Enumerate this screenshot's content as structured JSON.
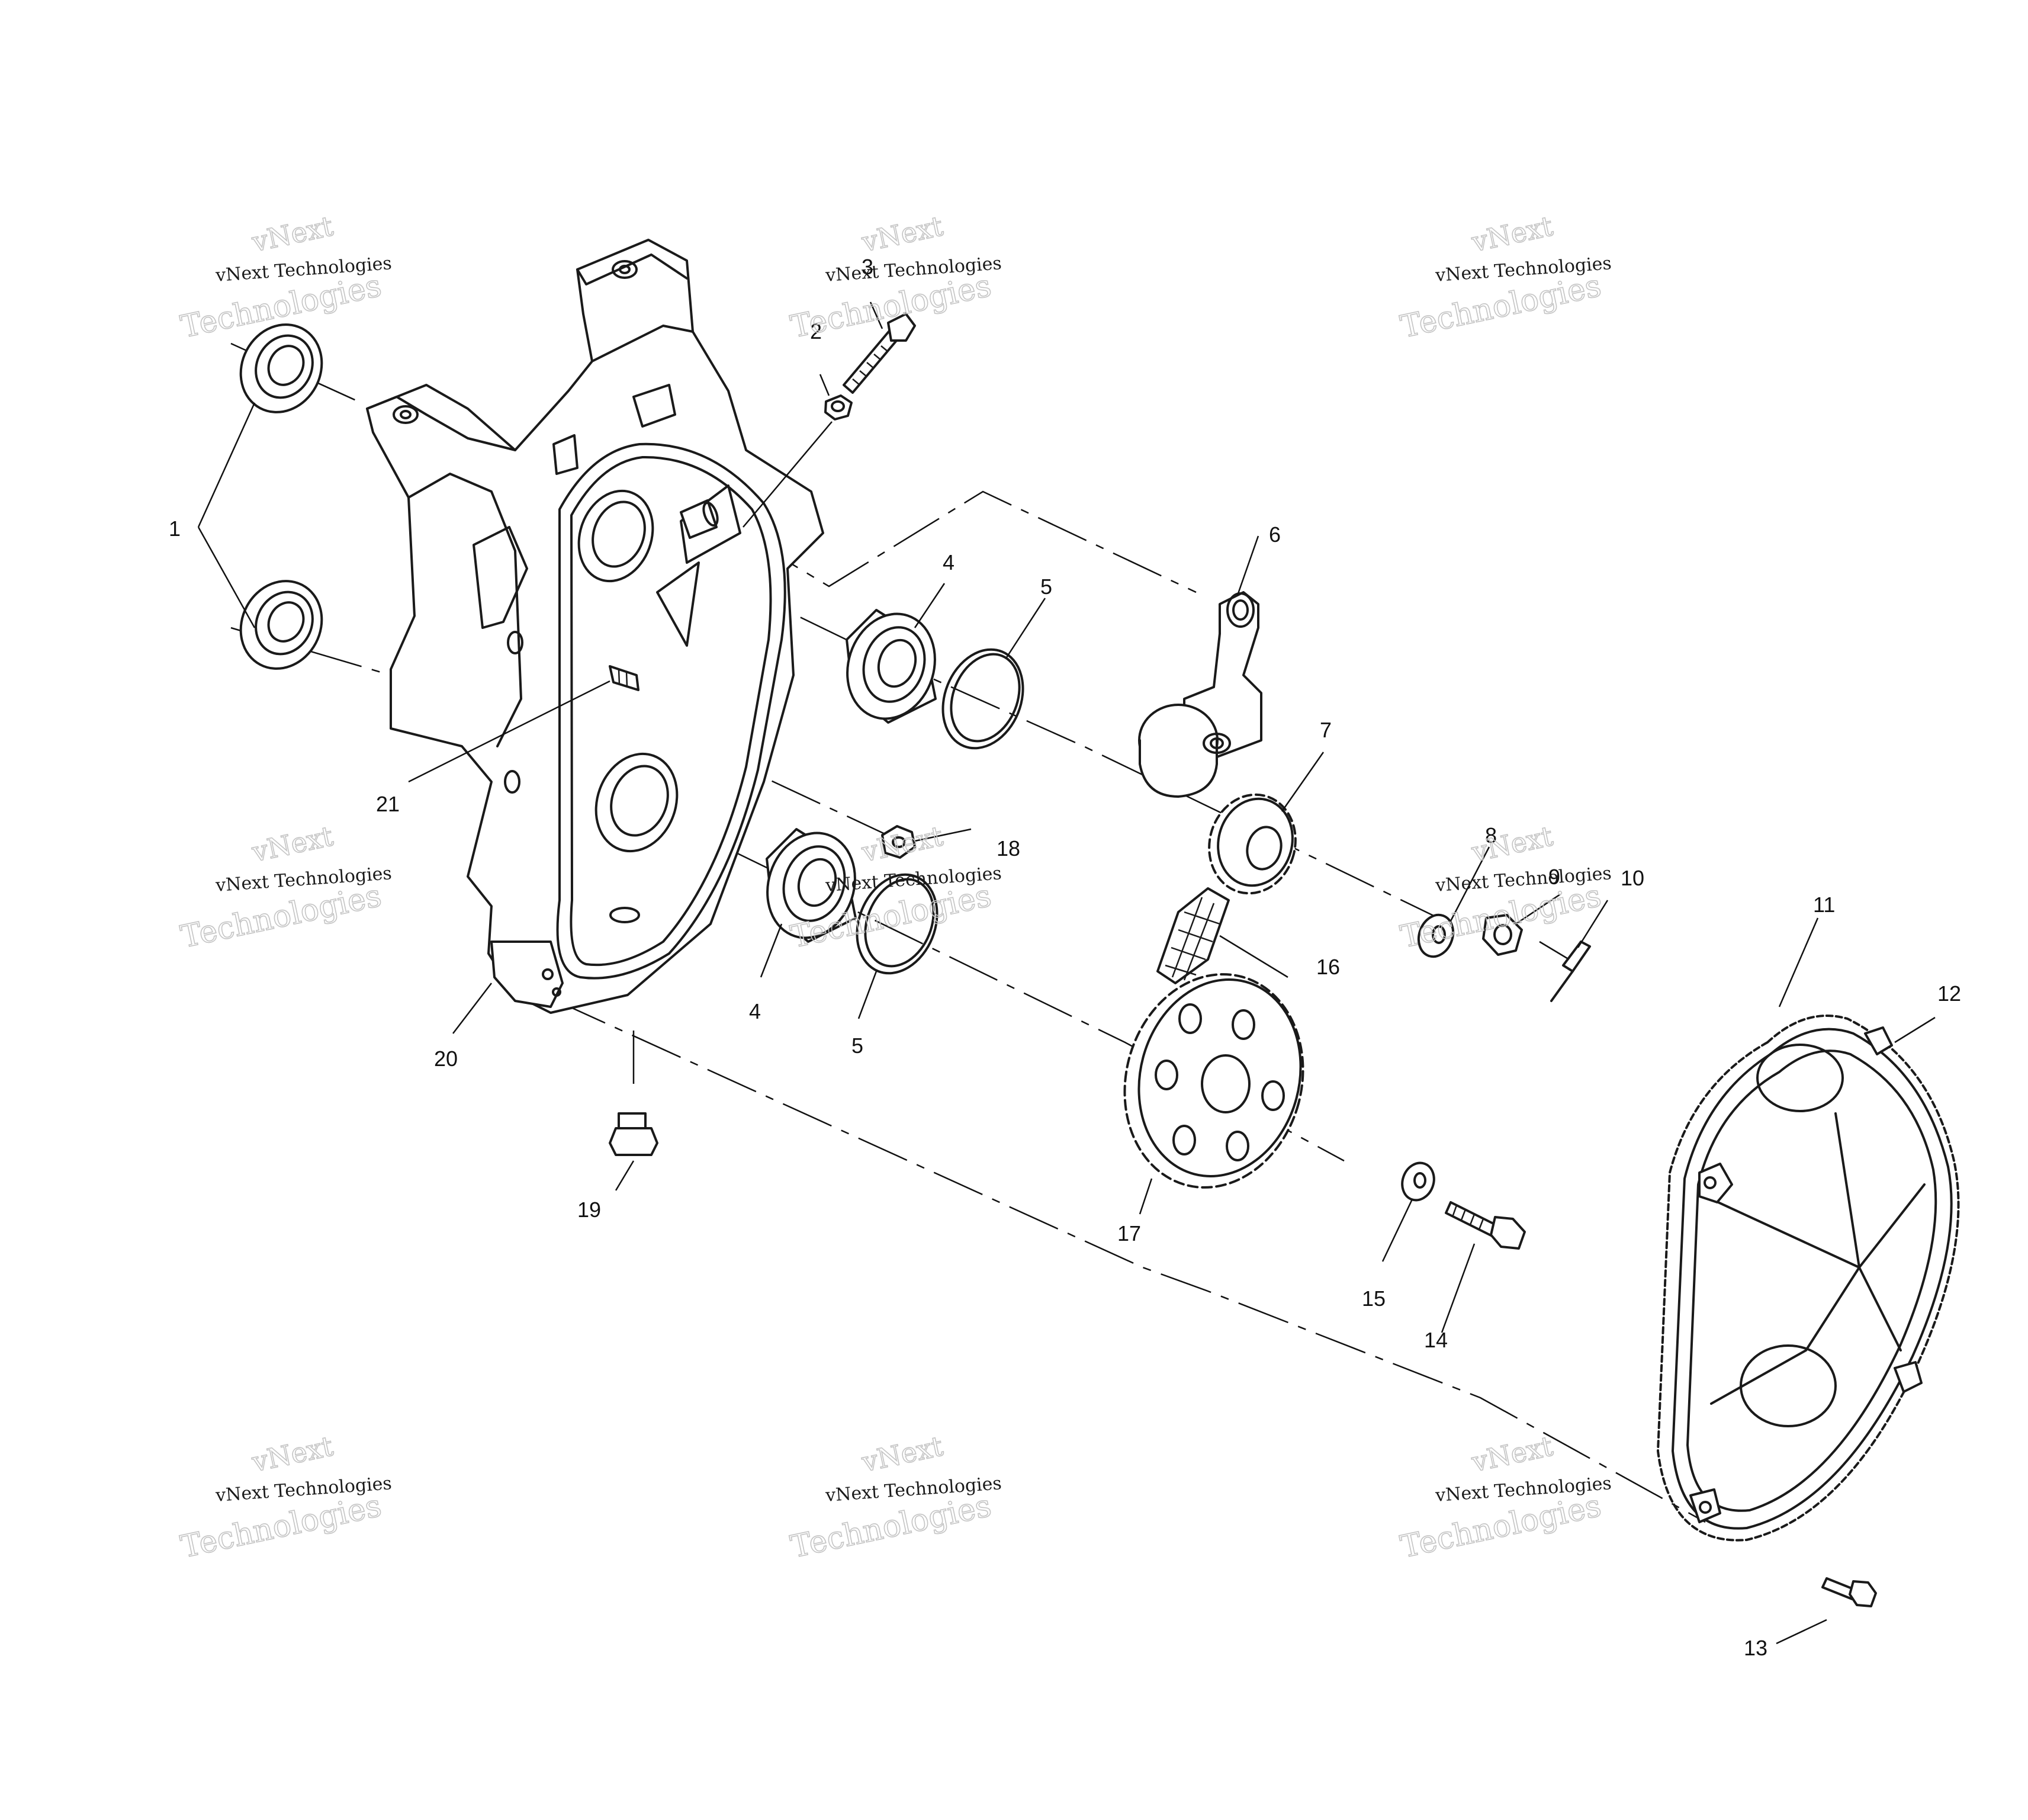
{
  "callouts": [
    "1",
    "2",
    "3",
    "4",
    "5",
    "6",
    "7",
    "8",
    "9",
    "10",
    "11",
    "12",
    "13",
    "14",
    "15",
    "16",
    "17",
    "18",
    "19",
    "20",
    "21",
    "4",
    "5"
  ],
  "watermarks": [
    {
      "line1": "vNext",
      "line2": "vNext Technologies",
      "line3": "Technologies"
    },
    {
      "line1": "vNext",
      "line2": "vNext Technologies",
      "line3": "Technologies"
    },
    {
      "line1": "vNext",
      "line2": "vNext Technologies",
      "line3": "Technologies"
    },
    {
      "line1": "vNext",
      "line2": "vNext Technologies",
      "line3": "Technologies"
    },
    {
      "line1": "vNext",
      "line2": "vNext Technologies",
      "line3": "Technologies"
    },
    {
      "line1": "vNext",
      "line2": "vNext Technologies",
      "line3": "Technologies"
    },
    {
      "line1": "vNext",
      "line2": "vNext Technologies",
      "line3": "Technologies"
    },
    {
      "line1": "vNext",
      "line2": "vNext Technologies",
      "line3": "Technologies"
    },
    {
      "line1": "vNext",
      "line2": "vNext Technologies",
      "line3": "Technologies"
    }
  ]
}
